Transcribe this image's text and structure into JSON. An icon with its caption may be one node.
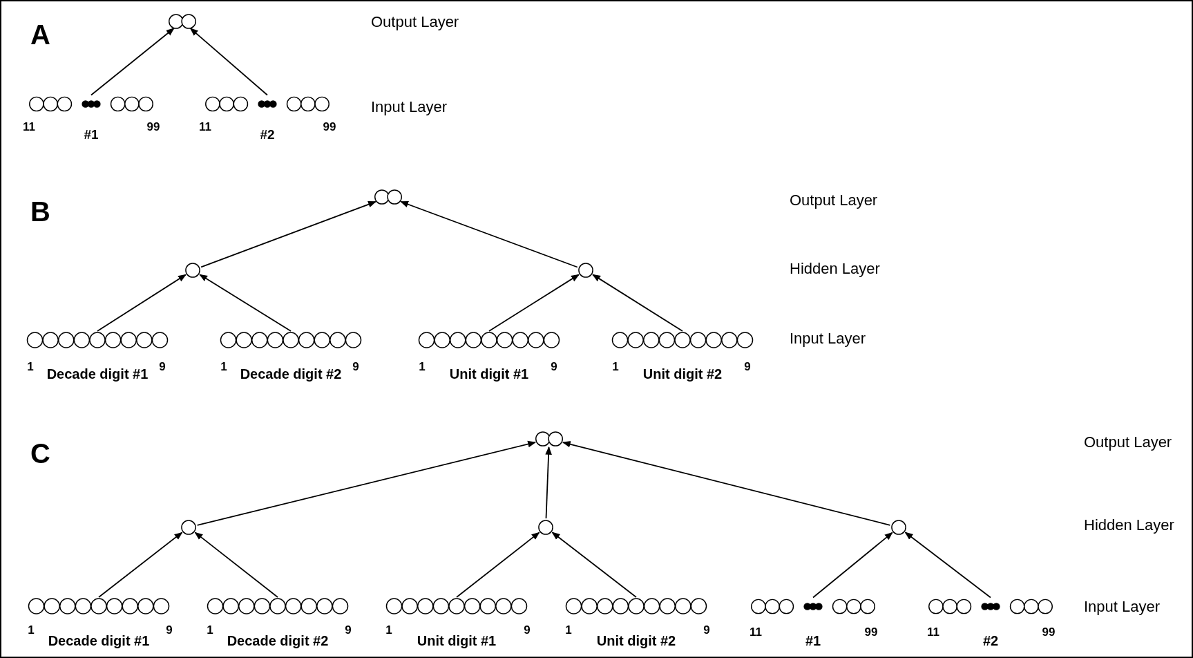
{
  "diagram": {
    "nodes": [
      {
        "text": [],
        "shape": "circle"
      },
      {
        "text": [],
        "shape": "circle",
        "beside": [
          "11",
          "#1",
          "99"
        ]
      },
      {
        "text": [],
        "shape": "circle",
        "beside": [
          "11",
          "#2",
          "99"
        ]
      },
      {
        "text": [],
        "shape": "circle"
      },
      {
        "text": [],
        "shape": "circle"
      },
      {
        "text": [],
        "shape": "circle"
      },
      {
        "text": [],
        "shape": "circle",
        "beside": [
          "1",
          "Decade digit #1",
          "9"
        ]
      },
      {
        "text": [],
        "shape": "circle",
        "beside": [
          "1",
          "Decade digit #2",
          "9"
        ]
      },
      {
        "text": [],
        "shape": "circle",
        "beside": [
          "1",
          "Unit digit #1",
          "9"
        ]
      },
      {
        "text": [],
        "shape": "circle",
        "beside": [
          "1",
          "Unit digit #2",
          "9"
        ]
      },
      {
        "text": [],
        "shape": "circle"
      },
      {
        "text": [],
        "shape": "circle"
      },
      {
        "text": [],
        "shape": "circle"
      },
      {
        "text": [],
        "shape": "circle"
      },
      {
        "text": [],
        "shape": "circle",
        "beside": [
          "1",
          "Decade digit #1",
          "9"
        ]
      },
      {
        "text": [],
        "shape": "circle",
        "beside": [
          "1",
          "Decade digit #2",
          "9"
        ]
      },
      {
        "text": [],
        "shape": "circle",
        "beside": [
          "1",
          "Unit digit #1",
          "9"
        ]
      },
      {
        "text": [],
        "shape": "circle",
        "beside": [
          "1",
          "Unit digit #2",
          "9"
        ]
      },
      {
        "text": [],
        "shape": "circle",
        "beside": [
          "11",
          "#1",
          "99"
        ]
      },
      {
        "text": [],
        "shape": "circle",
        "beside": [
          "11",
          "#2",
          "99"
        ]
      }
    ],
    "edges": [
      {
        "from": 1,
        "to": 0,
        "arrow": "to"
      },
      {
        "from": 2,
        "to": 0,
        "arrow": "to"
      },
      {
        "from": 4,
        "to": 3,
        "arrow": "to"
      },
      {
        "from": 5,
        "to": 3,
        "arrow": "to"
      },
      {
        "from": 6,
        "to": 4,
        "arrow": "to"
      },
      {
        "from": 7,
        "to": 4,
        "arrow": "to"
      },
      {
        "from": 8,
        "to": 5,
        "arrow": "to"
      },
      {
        "from": 9,
        "to": 5,
        "arrow": "to"
      },
      {
        "from": 11,
        "to": 10,
        "arrow": "to"
      },
      {
        "from": 12,
        "to": 10,
        "arrow": "to"
      },
      {
        "from": 13,
        "to": 10,
        "arrow": "to"
      },
      {
        "from": 14,
        "to": 11,
        "arrow": "to"
      },
      {
        "from": 15,
        "to": 11,
        "arrow": "to"
      },
      {
        "from": 16,
        "to": 12,
        "arrow": "to"
      },
      {
        "from": 17,
        "to": 12,
        "arrow": "to"
      },
      {
        "from": 18,
        "to": 13,
        "arrow": "to"
      },
      {
        "from": 19,
        "to": 13,
        "arrow": "to"
      }
    ],
    "labels": [
      "A",
      "Output Layer",
      "Input Layer",
      "B",
      "Output Layer",
      "Hidden Layer",
      "Input Layer",
      "C",
      "Output Layer",
      "Hidden Layer",
      "Input Layer"
    ]
  }
}
